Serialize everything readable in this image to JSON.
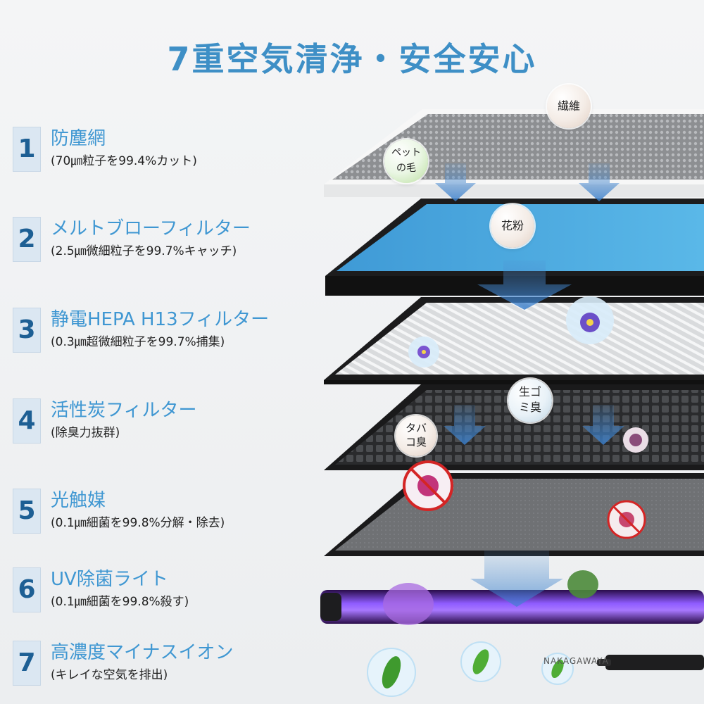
{
  "title": "7重空気清浄・安全安心",
  "items": [
    {
      "num": "1",
      "name": "防塵網",
      "desc": "(70㎛粒子を99.4%カット)"
    },
    {
      "num": "2",
      "name": "メルトブローフィルター",
      "desc": "(2.5㎛微細粒子を99.7%キャッチ)"
    },
    {
      "num": "3",
      "name": "静電HEPA H13フィルター",
      "desc": "(0.3㎛超微細粒子を99.7%捕集)"
    },
    {
      "num": "4",
      "name": "活性炭フィルター",
      "desc": "(除臭力抜群)"
    },
    {
      "num": "5",
      "name": "光触媒",
      "desc": "(0.1㎛細菌を99.8%分解・除去)"
    },
    {
      "num": "6",
      "name": "UV除菌ライト",
      "desc": "(0.1㎛細菌を99.8%殺す)"
    },
    {
      "num": "7",
      "name": "高濃度マイナスイオン",
      "desc": "(キレイな空気を排出)"
    }
  ],
  "badges": {
    "fiber": "繊維",
    "pet_line1": "ペット",
    "pet_line2": "の毛",
    "pollen": "花粉",
    "garbage_line1": "生ゴ",
    "garbage_line2": "ミ臭",
    "tobacco_line1": "タバ",
    "tobacco_line2": "コ臭"
  },
  "watermark": "NAKAGAWAYA",
  "colors": {
    "title": "#3e8fc6",
    "label": "#3f97d2",
    "number": "#1d5f94",
    "uv": "#7a3df5",
    "meltblown": "#4ea9dc"
  }
}
